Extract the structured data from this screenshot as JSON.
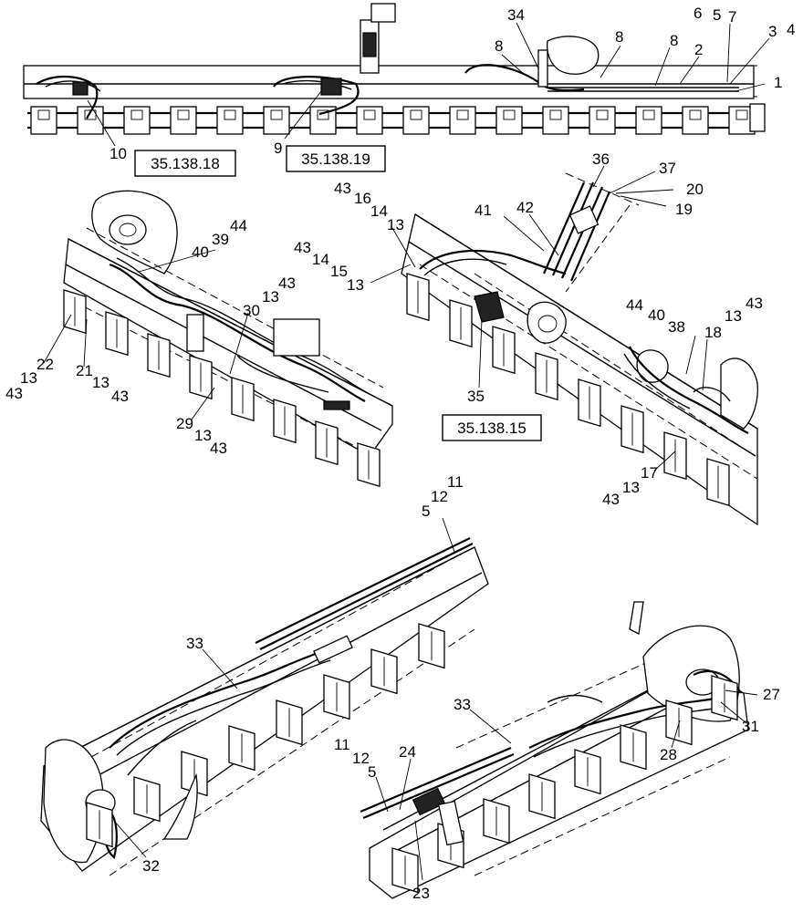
{
  "refs": {
    "r1": "35.138.18",
    "r2": "35.138.19",
    "r3": "35.138.15"
  },
  "callouts": {
    "c34": "34",
    "c6": "6",
    "c5a": "5",
    "c7": "7",
    "c3": "3",
    "c4": "4",
    "c8a": "8",
    "c8b": "8",
    "c8c": "8",
    "c2": "2",
    "c1": "1",
    "c10": "10",
    "c9": "9",
    "c36": "36",
    "c37": "37",
    "c20": "20",
    "c19": "19",
    "c41": "41",
    "c42": "42",
    "c43a": "43",
    "c16": "16",
    "c14a": "14",
    "c13a": "13",
    "c43b": "43",
    "c14b": "14",
    "c15": "15",
    "c13b": "13",
    "c44a": "44",
    "c39": "39",
    "c40a": "40",
    "c43c": "43",
    "c13c": "13",
    "c30": "30",
    "c22": "22",
    "c13d": "13",
    "c43d": "43",
    "c21": "21",
    "c13e": "13",
    "c43e": "43",
    "c29": "29",
    "c13f": "13",
    "c43f": "43",
    "c35": "35",
    "c44b": "44",
    "c40b": "40",
    "c38": "38",
    "c13g": "13",
    "c43g": "43",
    "c18": "18",
    "c17": "17",
    "c13h": "13",
    "c43h": "43",
    "c11a": "11",
    "c12a": "12",
    "c5b": "5",
    "c33a": "33",
    "c32": "32",
    "c33b": "33",
    "c27": "27",
    "c31": "31",
    "c28": "28",
    "c11b": "11",
    "c12b": "12",
    "c24": "24",
    "c5c": "5",
    "c23": "23"
  }
}
